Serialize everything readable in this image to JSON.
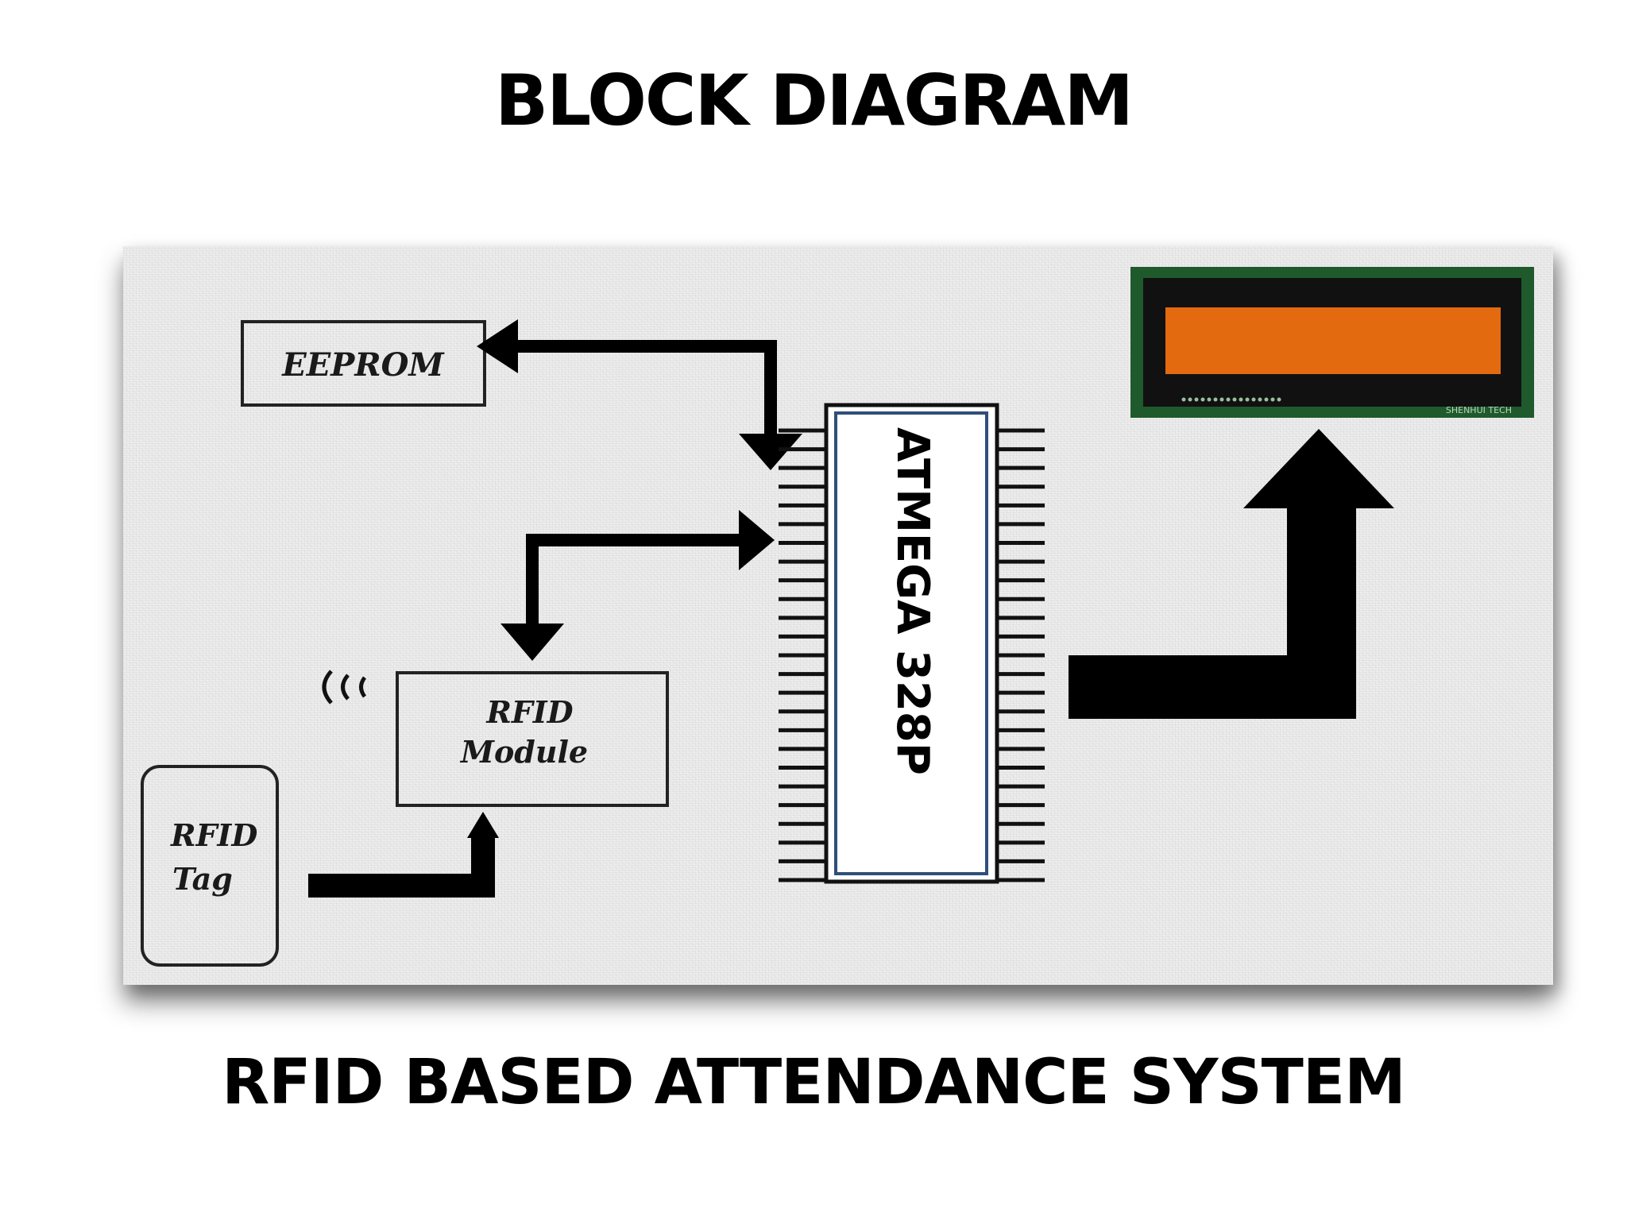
{
  "slide": {
    "title": "BLOCK DIAGRAM",
    "subtitle": "RFID BASED ATTENDANCE SYSTEM"
  },
  "diagram": {
    "eeprom_label": "EEPROM",
    "rfid_module_label_line1": "RFID",
    "rfid_module_label_line2": "Module",
    "rfid_tag_label_line1": "RFID",
    "rfid_tag_label_line2": "Tag",
    "mcu_label": "ATMEGA 328P",
    "lcd_pcb_text_top": "SHENHUI TECH",
    "lcd_screen_color": "#e36a0e",
    "lcd_pcb_color": "#1f5a2c",
    "mcu_border_color": "#2f4f7a"
  }
}
